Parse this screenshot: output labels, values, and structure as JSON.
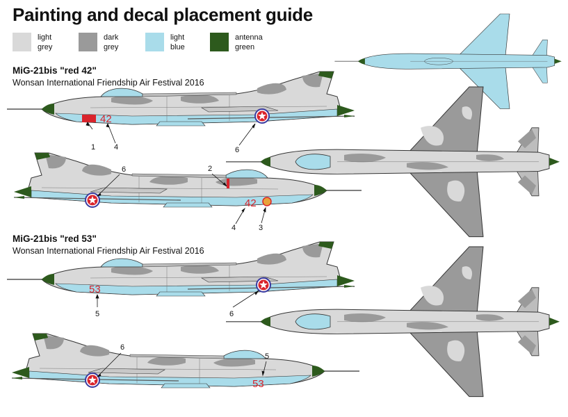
{
  "title": "Painting and decal placement guide",
  "legend": [
    {
      "label_line1": "light",
      "label_line2": "grey",
      "color": "#d9d9d9"
    },
    {
      "label_line1": "dark",
      "label_line2": "grey",
      "color": "#9a9a9a"
    },
    {
      "label_line1": "light",
      "label_line2": "blue",
      "color": "#a9dcea"
    },
    {
      "label_line1": "antenna",
      "label_line2": "green",
      "color": "#2d5a1d"
    }
  ],
  "variants": [
    {
      "name": "MiG-21bis \"red 42\"",
      "event": "Wonsan International Friendship Air Festival 2016",
      "side_number": "42",
      "callouts": [
        "1",
        "4",
        "6",
        "2",
        "6",
        "4",
        "3"
      ]
    },
    {
      "name": "MiG-21bis \"red 53\"",
      "event": "Wonsan International Friendship Air Festival 2016",
      "side_number": "53",
      "callouts": [
        "5",
        "6",
        "6",
        "5"
      ]
    }
  ],
  "colors": {
    "light_grey": "#d9d9d9",
    "dark_grey": "#9a9a9a",
    "light_blue": "#a9dcea",
    "antenna_green": "#2d5a1d",
    "marking_red": "#d9242c",
    "outline": "#333333"
  }
}
